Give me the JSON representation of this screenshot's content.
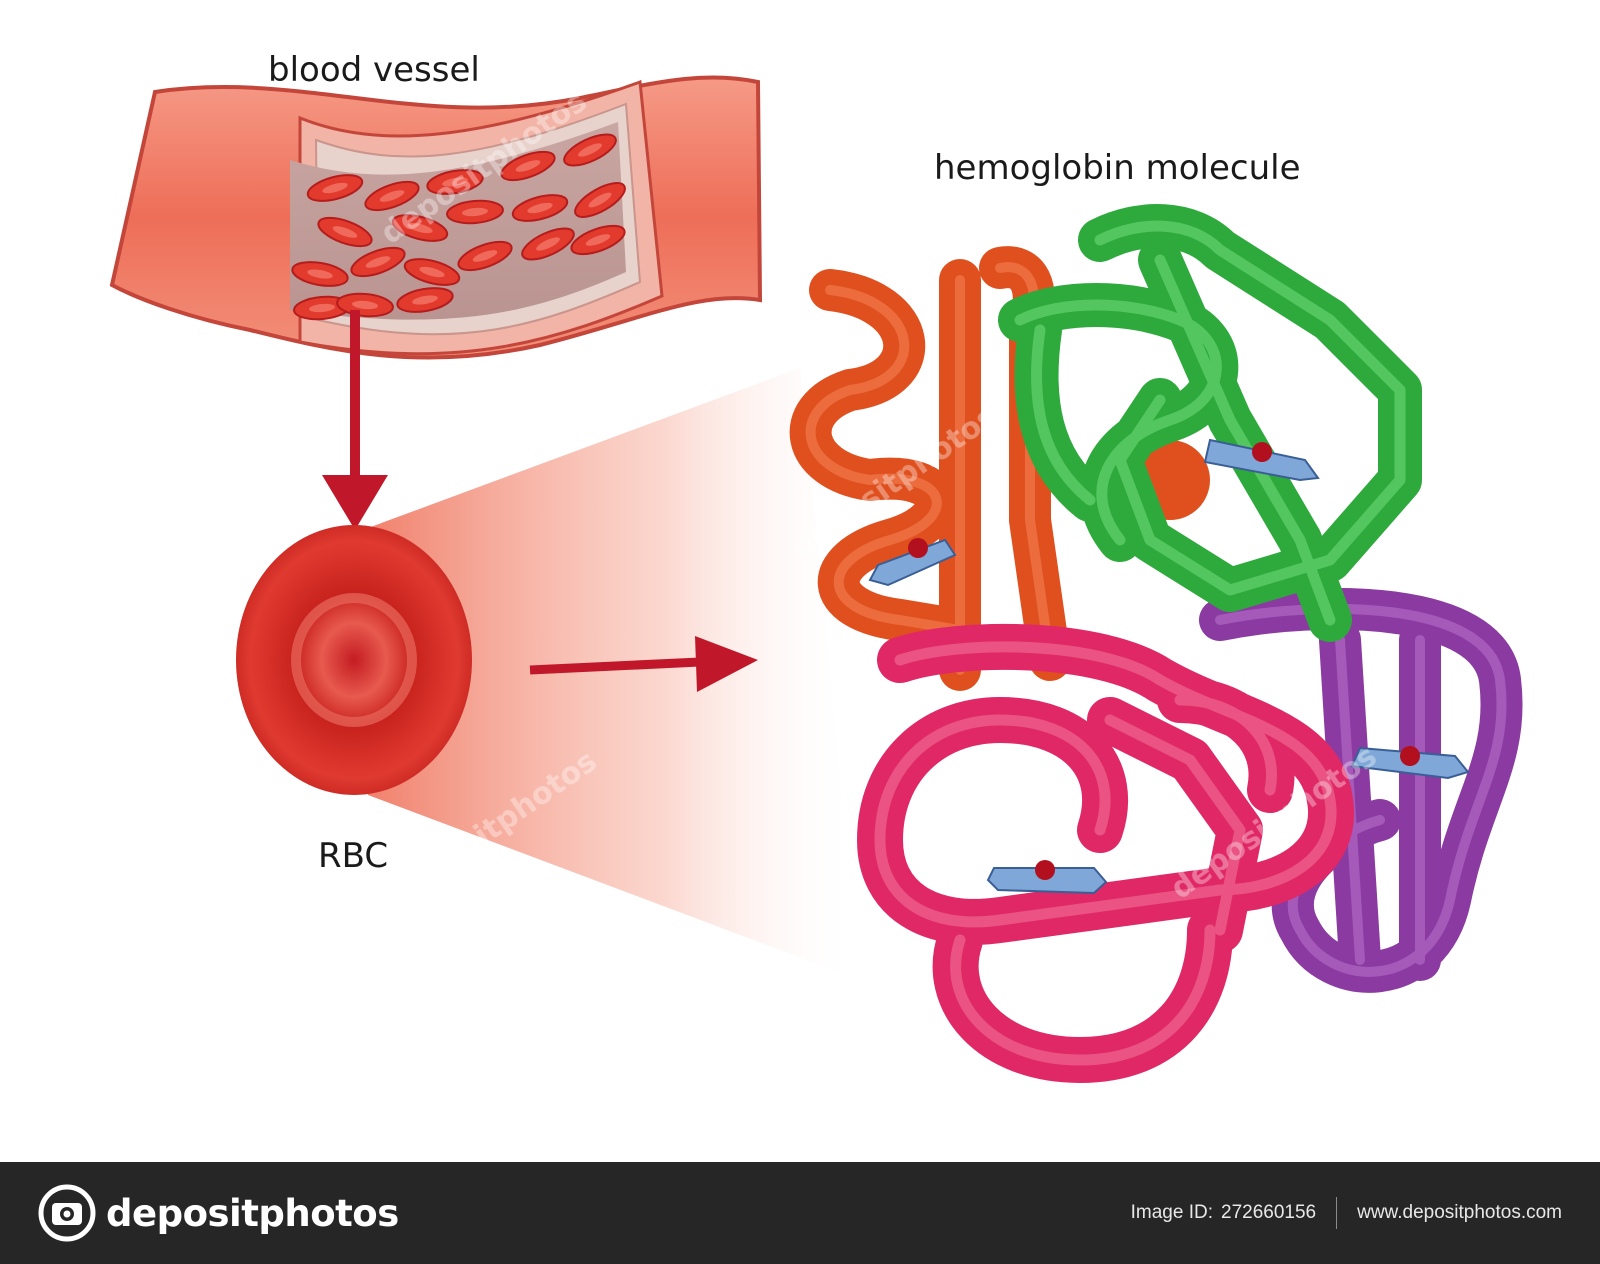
{
  "labels": {
    "blood_vessel": "blood vessel",
    "hemoglobin": "hemoglobin molecule",
    "rbc": "RBC"
  },
  "footer": {
    "brand": "depositphotos",
    "image_id_label": "Image ID:",
    "image_id": "272660156",
    "site": "www.depositphotos.com"
  },
  "watermark_text": "depositphotos",
  "colors": {
    "vessel_outer": "#f0806a",
    "vessel_inner": "#f4c9c0",
    "blood_cell": "#e33a2e",
    "arrow": "#c0182a",
    "chain_orange": "#e0501e",
    "chain_green": "#2eaa3c",
    "chain_purple": "#8a3aa0",
    "chain_pink": "#e02866",
    "heme_plate": "#7fa8d8",
    "heme_iron": "#b2101e"
  }
}
